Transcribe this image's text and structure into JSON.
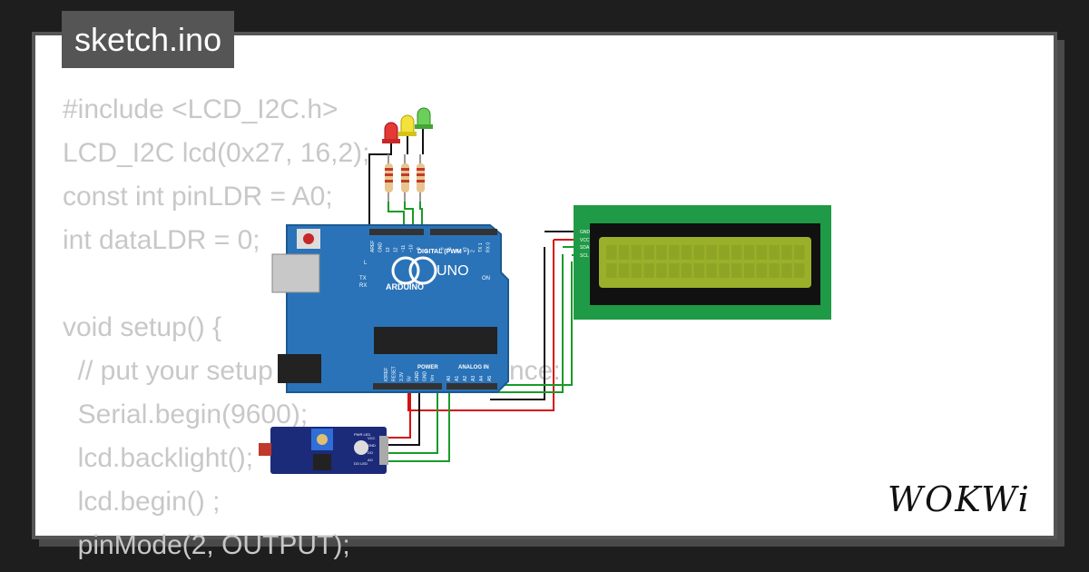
{
  "tab": {
    "title": "sketch.ino"
  },
  "code_lines": [
    "#include <LCD_I2C.h>",
    "LCD_I2C lcd(0x27, 16,2);",
    "const int pinLDR = A0;",
    "int dataLDR = 0;",
    "",
    "void setup() {",
    "  // put your setup code here, to run once:",
    "  Serial.begin(9600);",
    "  lcd.backlight();",
    "  lcd.begin() ;",
    "  pinMode(2, OUTPUT);"
  ],
  "board": {
    "name": "UNO",
    "brand": "ARDUINO",
    "digital_header": "DIGITAL (PWM ~)",
    "power_header": "POWER",
    "analog_header": "ANALOG IN",
    "pins_digital": [
      "AREF",
      "GND",
      "13",
      "12",
      "~11",
      "~10",
      "~9",
      "8",
      "7",
      "~6",
      "~5",
      "4",
      "~3",
      "2",
      "TX 1",
      "RX 0"
    ],
    "pins_power": [
      "IOREF",
      "RESET",
      "3.3V",
      "5V",
      "GND",
      "GND",
      "Vin"
    ],
    "pins_analog": [
      "A0",
      "A1",
      "A2",
      "A3",
      "A4",
      "A5"
    ],
    "led_labels": [
      "L",
      "TX",
      "RX",
      "ON"
    ]
  },
  "lcd": {
    "pins": [
      "GND",
      "VCC",
      "SDA",
      "SCL"
    ],
    "backlight_color": "#9ab02a",
    "pcb_color": "#1f9a46"
  },
  "sensor": {
    "pins": [
      "VCC",
      "GND",
      "DO",
      "AO"
    ],
    "labels": [
      "PWR LED",
      "DO LED"
    ]
  },
  "leds": [
    {
      "color": "red"
    },
    {
      "color": "yellow"
    },
    {
      "color": "green"
    }
  ],
  "brand_logo": "WOKWi"
}
